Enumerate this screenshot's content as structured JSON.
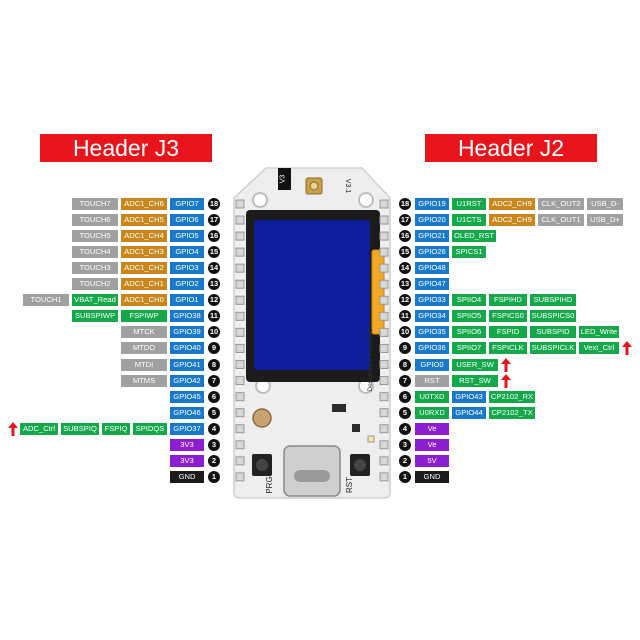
{
  "headers": {
    "left": "Header J3",
    "right": "Header J2"
  },
  "board": {
    "version_top": "V3",
    "version_side": "V3.1",
    "credit": "Designed & Produced",
    "prg_label": "PRG",
    "rst_label": "RST"
  },
  "colors": {
    "gray": "#a0a0a0",
    "orange": "#c9871b",
    "blue": "#1978c8",
    "green": "#14a84b",
    "purple": "#8b1fd0",
    "black": "#1a1a1a",
    "header_red": "#e8141c",
    "board_pcb": "#eeeeee",
    "screen": "#0e1d99",
    "usb": "#cfcfcf",
    "arrow": "#e3141c"
  },
  "left_header": [
    {
      "num": "18",
      "labels": [
        {
          "text": "TOUCH7",
          "color": "gray"
        },
        {
          "text": "ADC1_CH6",
          "color": "orange"
        },
        {
          "text": "GPIO7",
          "color": "blue"
        }
      ]
    },
    {
      "num": "17",
      "labels": [
        {
          "text": "TOUCH6",
          "color": "gray"
        },
        {
          "text": "ADC1_CH5",
          "color": "orange"
        },
        {
          "text": "GPIO6",
          "color": "blue"
        }
      ]
    },
    {
      "num": "16",
      "labels": [
        {
          "text": "TOUCH5",
          "color": "gray"
        },
        {
          "text": "ADC1_CH4",
          "color": "orange"
        },
        {
          "text": "GPIO5",
          "color": "blue"
        }
      ]
    },
    {
      "num": "15",
      "labels": [
        {
          "text": "TOUCH4",
          "color": "gray"
        },
        {
          "text": "ADC1_CH3",
          "color": "orange"
        },
        {
          "text": "GPIO4",
          "color": "blue"
        }
      ]
    },
    {
      "num": "14",
      "labels": [
        {
          "text": "TOUCH3",
          "color": "gray"
        },
        {
          "text": "ADC1_CH2",
          "color": "orange"
        },
        {
          "text": "GPIO3",
          "color": "blue"
        }
      ]
    },
    {
      "num": "13",
      "labels": [
        {
          "text": "TOUCH2",
          "color": "gray"
        },
        {
          "text": "ADC1_CH1",
          "color": "orange"
        },
        {
          "text": "GPIO2",
          "color": "blue"
        }
      ]
    },
    {
      "num": "12",
      "labels": [
        {
          "text": "TOUCH1",
          "color": "gray"
        },
        {
          "text": "VBAT_Read",
          "color": "green"
        },
        {
          "text": "ADC1_CH0",
          "color": "orange"
        },
        {
          "text": "GPIO1",
          "color": "blue"
        }
      ]
    },
    {
      "num": "11",
      "labels": [
        {
          "text": "SUBSPIWP",
          "color": "green"
        },
        {
          "text": "FSPIWP",
          "color": "green"
        },
        {
          "text": "GPIO38",
          "color": "blue"
        }
      ]
    },
    {
      "num": "10",
      "labels": [
        {
          "text": "MTCK",
          "color": "gray"
        },
        {
          "text": "GPIO39",
          "color": "blue"
        }
      ]
    },
    {
      "num": "9",
      "labels": [
        {
          "text": "MTDO",
          "color": "gray"
        },
        {
          "text": "GPIO40",
          "color": "blue"
        }
      ]
    },
    {
      "num": "8",
      "labels": [
        {
          "text": "MTDI",
          "color": "gray"
        },
        {
          "text": "GPIO41",
          "color": "blue"
        }
      ]
    },
    {
      "num": "7",
      "labels": [
        {
          "text": "MTMS",
          "color": "gray"
        },
        {
          "text": "GPIO42",
          "color": "blue"
        }
      ]
    },
    {
      "num": "6",
      "labels": [
        {
          "text": "GPIO45",
          "color": "blue"
        }
      ]
    },
    {
      "num": "5",
      "labels": [
        {
          "text": "GPIO46",
          "color": "blue"
        }
      ]
    },
    {
      "num": "4",
      "labels": [
        {
          "text": "ADC_Ctrl",
          "color": "green"
        },
        {
          "text": "SUBSPIQ",
          "color": "green"
        },
        {
          "text": "FSPIQ",
          "color": "green"
        },
        {
          "text": "SPIDQS",
          "color": "green"
        },
        {
          "text": "GPIO37",
          "color": "blue"
        }
      ]
    },
    {
      "num": "3",
      "labels": [
        {
          "text": "3V3",
          "color": "purple"
        }
      ]
    },
    {
      "num": "2",
      "labels": [
        {
          "text": "3V3",
          "color": "purple"
        }
      ]
    },
    {
      "num": "1",
      "labels": [
        {
          "text": "GND",
          "color": "black"
        }
      ]
    }
  ],
  "right_header": [
    {
      "num": "18",
      "labels": [
        {
          "text": "GPIO19",
          "color": "blue"
        },
        {
          "text": "U1RST",
          "color": "green"
        },
        {
          "text": "ADC2_CH9",
          "color": "orange"
        },
        {
          "text": "CLK_OUT2",
          "color": "gray"
        },
        {
          "text": "USB_D-",
          "color": "gray"
        }
      ]
    },
    {
      "num": "17",
      "labels": [
        {
          "text": "GPIO20",
          "color": "blue"
        },
        {
          "text": "U1CTS",
          "color": "green"
        },
        {
          "text": "ADC2_CH9",
          "color": "orange"
        },
        {
          "text": "CLK_OUT1",
          "color": "gray"
        },
        {
          "text": "USB_D+",
          "color": "gray"
        }
      ]
    },
    {
      "num": "16",
      "labels": [
        {
          "text": "GPIO21",
          "color": "blue"
        },
        {
          "text": "OLED_RST",
          "color": "green"
        }
      ]
    },
    {
      "num": "15",
      "labels": [
        {
          "text": "GPIO26",
          "color": "blue"
        },
        {
          "text": "SPICS1",
          "color": "green"
        }
      ]
    },
    {
      "num": "14",
      "labels": [
        {
          "text": "GPIO48",
          "color": "blue"
        }
      ]
    },
    {
      "num": "13",
      "labels": [
        {
          "text": "GPIO47",
          "color": "blue"
        }
      ]
    },
    {
      "num": "12",
      "labels": [
        {
          "text": "GPIO33",
          "color": "blue"
        },
        {
          "text": "SPIIO4",
          "color": "green"
        },
        {
          "text": "FSPIHD",
          "color": "green"
        },
        {
          "text": "SUBSPIHD",
          "color": "green"
        }
      ]
    },
    {
      "num": "11",
      "labels": [
        {
          "text": "GPIO34",
          "color": "blue"
        },
        {
          "text": "SPIIO5",
          "color": "green"
        },
        {
          "text": "FSPICS0",
          "color": "green"
        },
        {
          "text": "SUBSPICS0",
          "color": "green"
        }
      ]
    },
    {
      "num": "10",
      "labels": [
        {
          "text": "GPIO35",
          "color": "blue"
        },
        {
          "text": "SPIIO6",
          "color": "green"
        },
        {
          "text": "FSPID",
          "color": "green"
        },
        {
          "text": "SUBSPID",
          "color": "green"
        },
        {
          "text": "LED_Write",
          "color": "green"
        }
      ]
    },
    {
      "num": "9",
      "labels": [
        {
          "text": "GPIO36",
          "color": "blue"
        },
        {
          "text": "SPIIO7",
          "color": "green"
        },
        {
          "text": "FSPICLK",
          "color": "green"
        },
        {
          "text": "SUBSPICLK",
          "color": "green"
        },
        {
          "text": "Vext_Ctrl",
          "color": "green"
        }
      ]
    },
    {
      "num": "8",
      "labels": [
        {
          "text": "GPIO0",
          "color": "blue"
        },
        {
          "text": "USER_SW",
          "color": "green"
        }
      ]
    },
    {
      "num": "7",
      "labels": [
        {
          "text": "RST",
          "color": "gray"
        },
        {
          "text": "RST_SW",
          "color": "green"
        }
      ]
    },
    {
      "num": "6",
      "labels": [
        {
          "text": "U0TXD",
          "color": "green"
        },
        {
          "text": "GPIO43",
          "color": "blue"
        },
        {
          "text": "CP2102_RX",
          "color": "green"
        }
      ]
    },
    {
      "num": "5",
      "labels": [
        {
          "text": "U0RXD",
          "color": "green"
        },
        {
          "text": "GPIO44",
          "color": "blue"
        },
        {
          "text": "CP2102_TX",
          "color": "green"
        }
      ]
    },
    {
      "num": "4",
      "labels": [
        {
          "text": "Ve",
          "color": "purple"
        }
      ]
    },
    {
      "num": "3",
      "labels": [
        {
          "text": "Ve",
          "color": "purple"
        }
      ]
    },
    {
      "num": "2",
      "labels": [
        {
          "text": "5V",
          "color": "purple"
        }
      ]
    },
    {
      "num": "1",
      "labels": [
        {
          "text": "GND",
          "color": "black"
        }
      ]
    }
  ]
}
